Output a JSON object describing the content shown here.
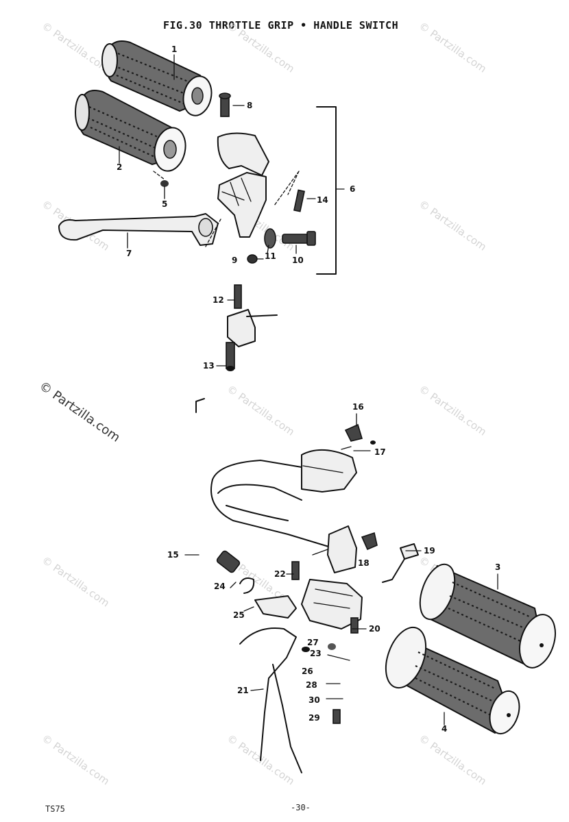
{
  "title": "FIG.30  THROTTLE GRIP • HANDLE SWITCH",
  "footer": {
    "model": "TS75",
    "page": "-30-"
  },
  "watermark": {
    "text": "© Partzilla.com"
  },
  "callouts": [
    "1",
    "2",
    "3",
    "4",
    "5",
    "6",
    "7",
    "8",
    "9",
    "10",
    "11",
    "12",
    "13",
    "14",
    "15",
    "16",
    "17",
    "18",
    "19",
    "20",
    "21",
    "22",
    "23",
    "24",
    "25",
    "26",
    "27",
    "28",
    "29",
    "30"
  ]
}
